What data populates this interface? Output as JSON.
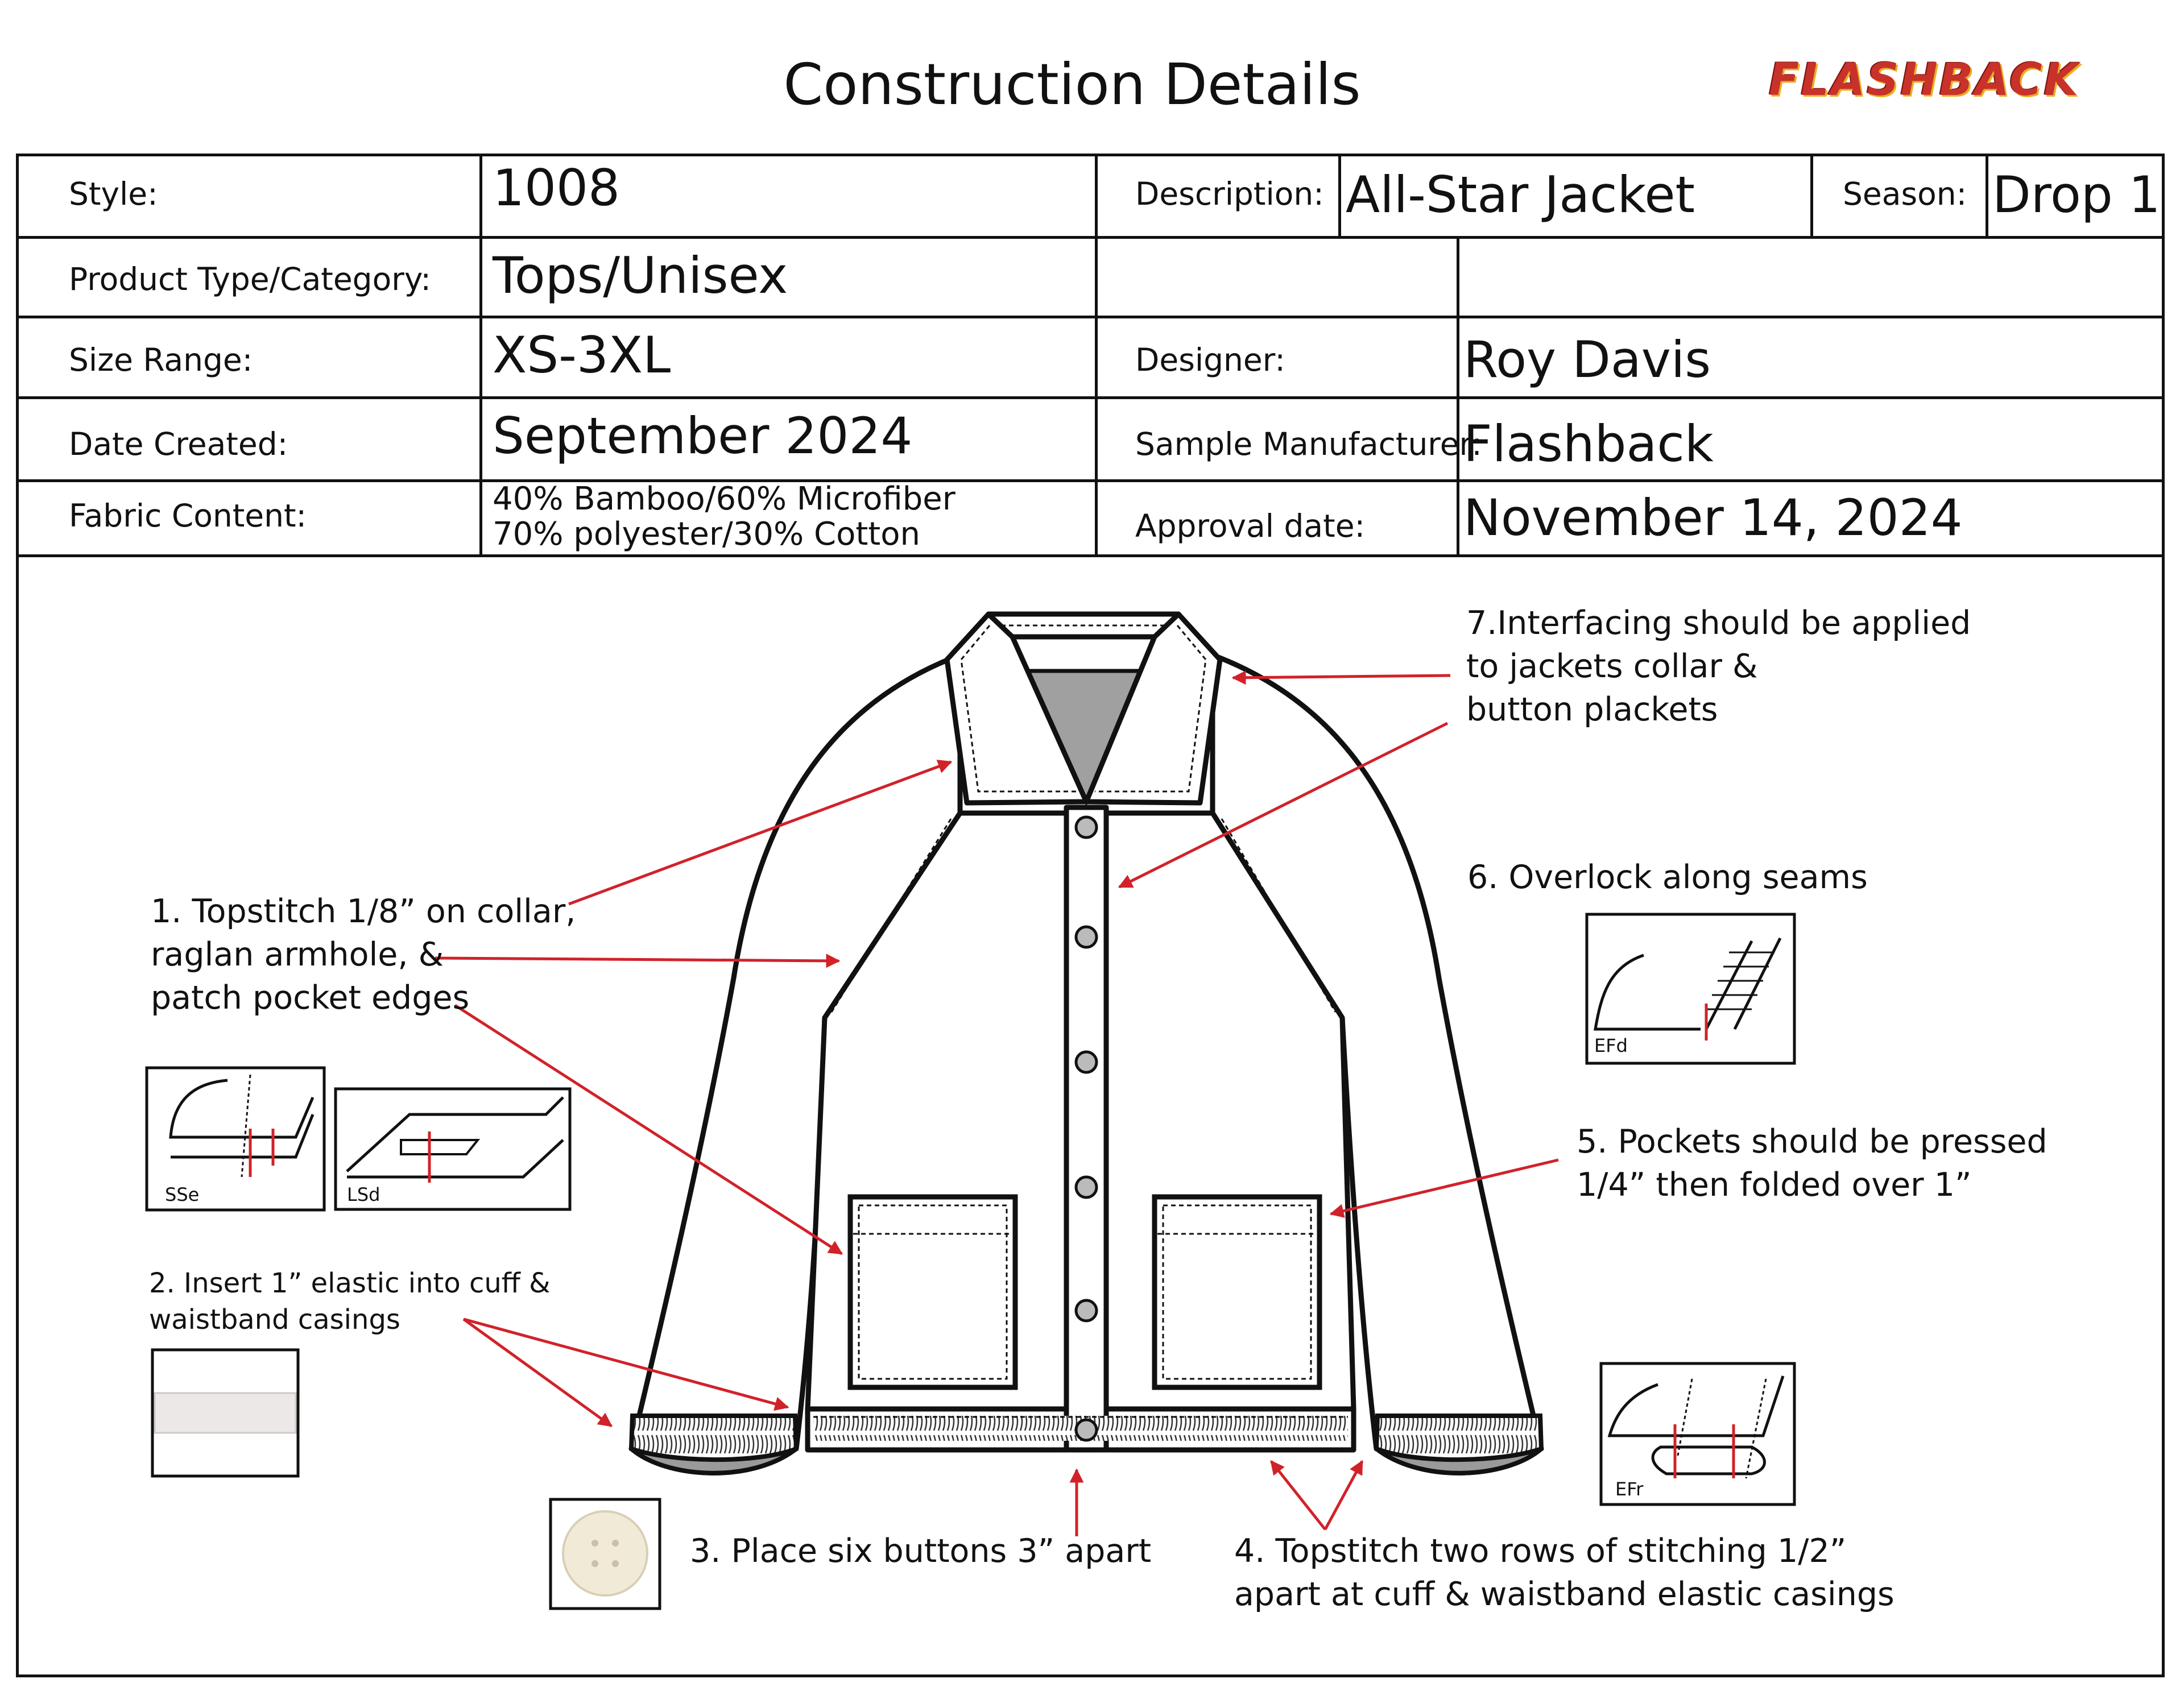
{
  "header": {
    "title": "Construction Details",
    "logo_text": "FLASHBACK"
  },
  "spec": {
    "style_label": "Style:",
    "style_value": "1008",
    "description_label": "Description:",
    "description_value": "All-Star Jacket",
    "season_label": "Season:",
    "season_value": "Drop 1",
    "category_label": "Product Type/Category:",
    "category_value": "Tops/Unisex",
    "size_label": "Size Range:",
    "size_value": "XS-3XL",
    "designer_label": "Designer:",
    "designer_value": "Roy Davis",
    "date_label": "Date Created:",
    "date_value": "September 2024",
    "manufacturer_label": "Sample Manufacturer:",
    "manufacturer_value": "Flashback",
    "fabric_label": "Fabric Content:",
    "fabric_line1": "40% Bamboo/60% Microfiber",
    "fabric_line2": "70% polyester/30% Cotton",
    "approval_label": "Approval date:",
    "approval_value": "November 14, 2024"
  },
  "notes": {
    "n1_l1": "1.   Topstitch 1/8” on collar,",
    "n1_l2": "raglan armhole, &",
    "n1_l3": "patch pocket edges",
    "n2_l1": "2. Insert 1” elastic into cuff &",
    "n2_l2": "waistband casings",
    "n3": "3. Place six buttons 3” apart",
    "n4_l1": "4. Topstitch two rows of stitching 1/2”",
    "n4_l2": "apart at cuff & waistband elastic casings",
    "n5_l1": "5. Pockets should be pressed",
    "n5_l2": "1/4”  then folded over 1”",
    "n6": "6. Overlock along seams",
    "n7_l1": "7.Interfacing should be applied",
    "n7_l2": "to jackets collar &",
    "n7_l3": "button plackets"
  },
  "stitch_tags": {
    "sse": "SSe",
    "lsd": "LSd",
    "efd": "EFd",
    "efr": "EFr"
  },
  "colors": {
    "line": "#111111",
    "arrow": "#d1222a",
    "neck_fill": "#a0a0a0",
    "cuff_fill": "#9a9a9a"
  }
}
